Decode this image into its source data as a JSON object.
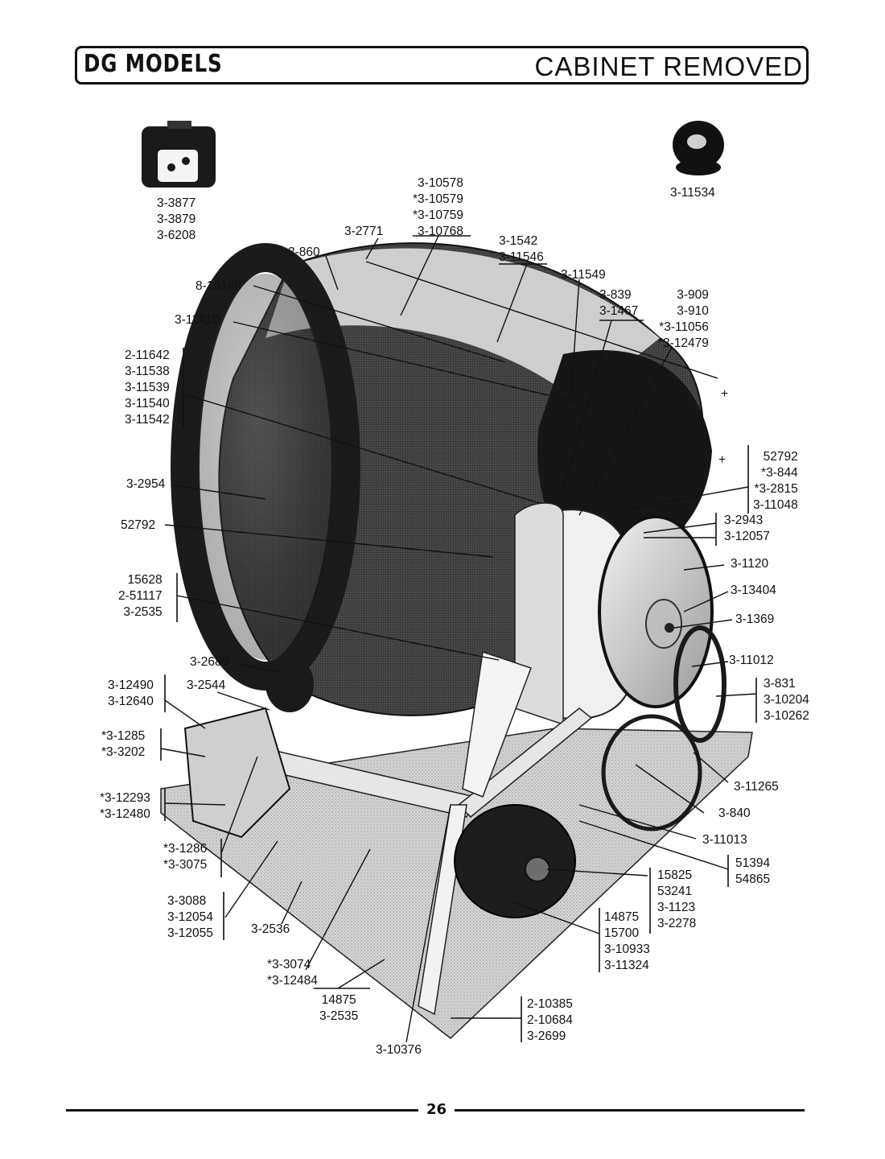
{
  "header": {
    "left_title": "DG MODELS",
    "right_title": "CABINET REMOVED"
  },
  "page_number": "26",
  "callouts": {
    "c01": "3-3877\n3-3879\n3-6208",
    "c02": "3-10578\n*3-10579\n*3-10759\n3-10768",
    "c03": "3-2771",
    "c04": "3-860",
    "c05": "3-1542\n3-11546",
    "c06": "3-11549",
    "c07": "8-10148",
    "c08": "3-839\n3-1467",
    "c09": "3-909\n3-910\n*3-11056\n*3-12479",
    "c10": "3-11410",
    "c11": "3-11534",
    "c12": "2-11642\n3-11538\n3-11539\n3-11540\n3-11542",
    "c13": "+",
    "c14": "+",
    "c15": "52792\n*3-844\n*3-2815\n3-11048",
    "c16": "3-2954",
    "c17": "3-2943\n3-12057",
    "c18": "52792",
    "c19": "3-1120",
    "c20": "15628\n2-51117\n3-2535",
    "c21": "3-13404",
    "c22": "3-1369",
    "c23": "3-2680",
    "c24": "3-11012",
    "c25": "3-12490\n3-12640",
    "c26": "3-2544",
    "c27": "3-831\n3-10204\n3-10262",
    "c28": "*3-1285\n*3-3202",
    "c29": "3-11265",
    "c30": "*3-12293\n*3-12480",
    "c31": "3-840",
    "c32": "3-11013",
    "c33": "*3-1286\n*3-3075",
    "c34": "51394\n54865",
    "c35": "15825\n53241\n3-1123\n3-2278",
    "c36": "3-3088\n3-12054\n3-12055",
    "c37": "3-2536",
    "c38": "14875\n15700\n3-10933\n3-11324",
    "c39": "*3-3074\n*3-12484",
    "c40": "14875\n3-2535",
    "c41": "2-10385\n2-10684\n3-2699",
    "c42": "3-10376"
  }
}
